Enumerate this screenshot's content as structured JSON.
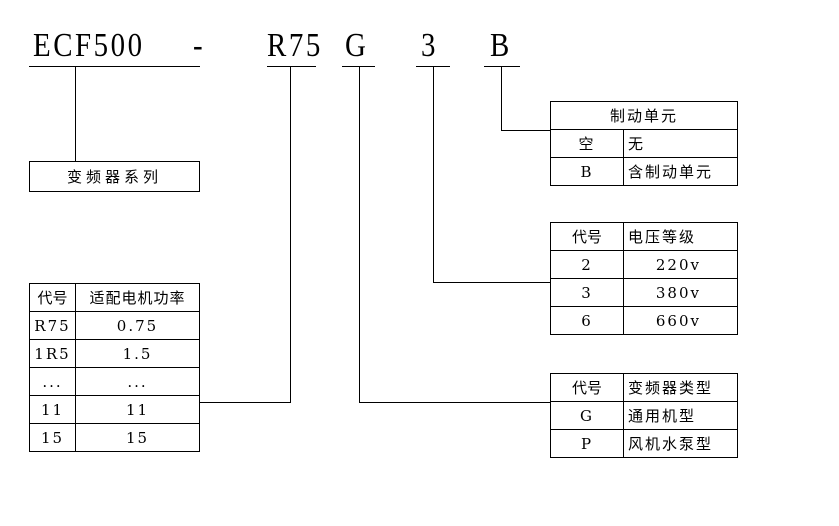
{
  "model_code": {
    "parts": [
      "ECF500",
      "-",
      "R75",
      "G",
      "3",
      "B"
    ]
  },
  "series_box": {
    "label": "变频器系列"
  },
  "power_table": {
    "headers": [
      "代号",
      "适配电机功率"
    ],
    "rows": [
      [
        "R75",
        "0.75"
      ],
      [
        "1R5",
        "1.5"
      ],
      [
        "...",
        "..."
      ],
      [
        "11",
        "11"
      ],
      [
        "15",
        "15"
      ]
    ]
  },
  "brake_table": {
    "title": "制动单元",
    "rows": [
      [
        "空",
        "无"
      ],
      [
        "B",
        "含制动单元"
      ]
    ]
  },
  "voltage_table": {
    "headers": [
      "代号",
      "电压等级"
    ],
    "rows": [
      [
        "2",
        "220v"
      ],
      [
        "3",
        "380v"
      ],
      [
        "6",
        "660v"
      ]
    ]
  },
  "type_table": {
    "headers": [
      "代号",
      "变频器类型"
    ],
    "rows": [
      [
        "G",
        "通用机型"
      ],
      [
        "P",
        "风机水泵型"
      ]
    ]
  }
}
